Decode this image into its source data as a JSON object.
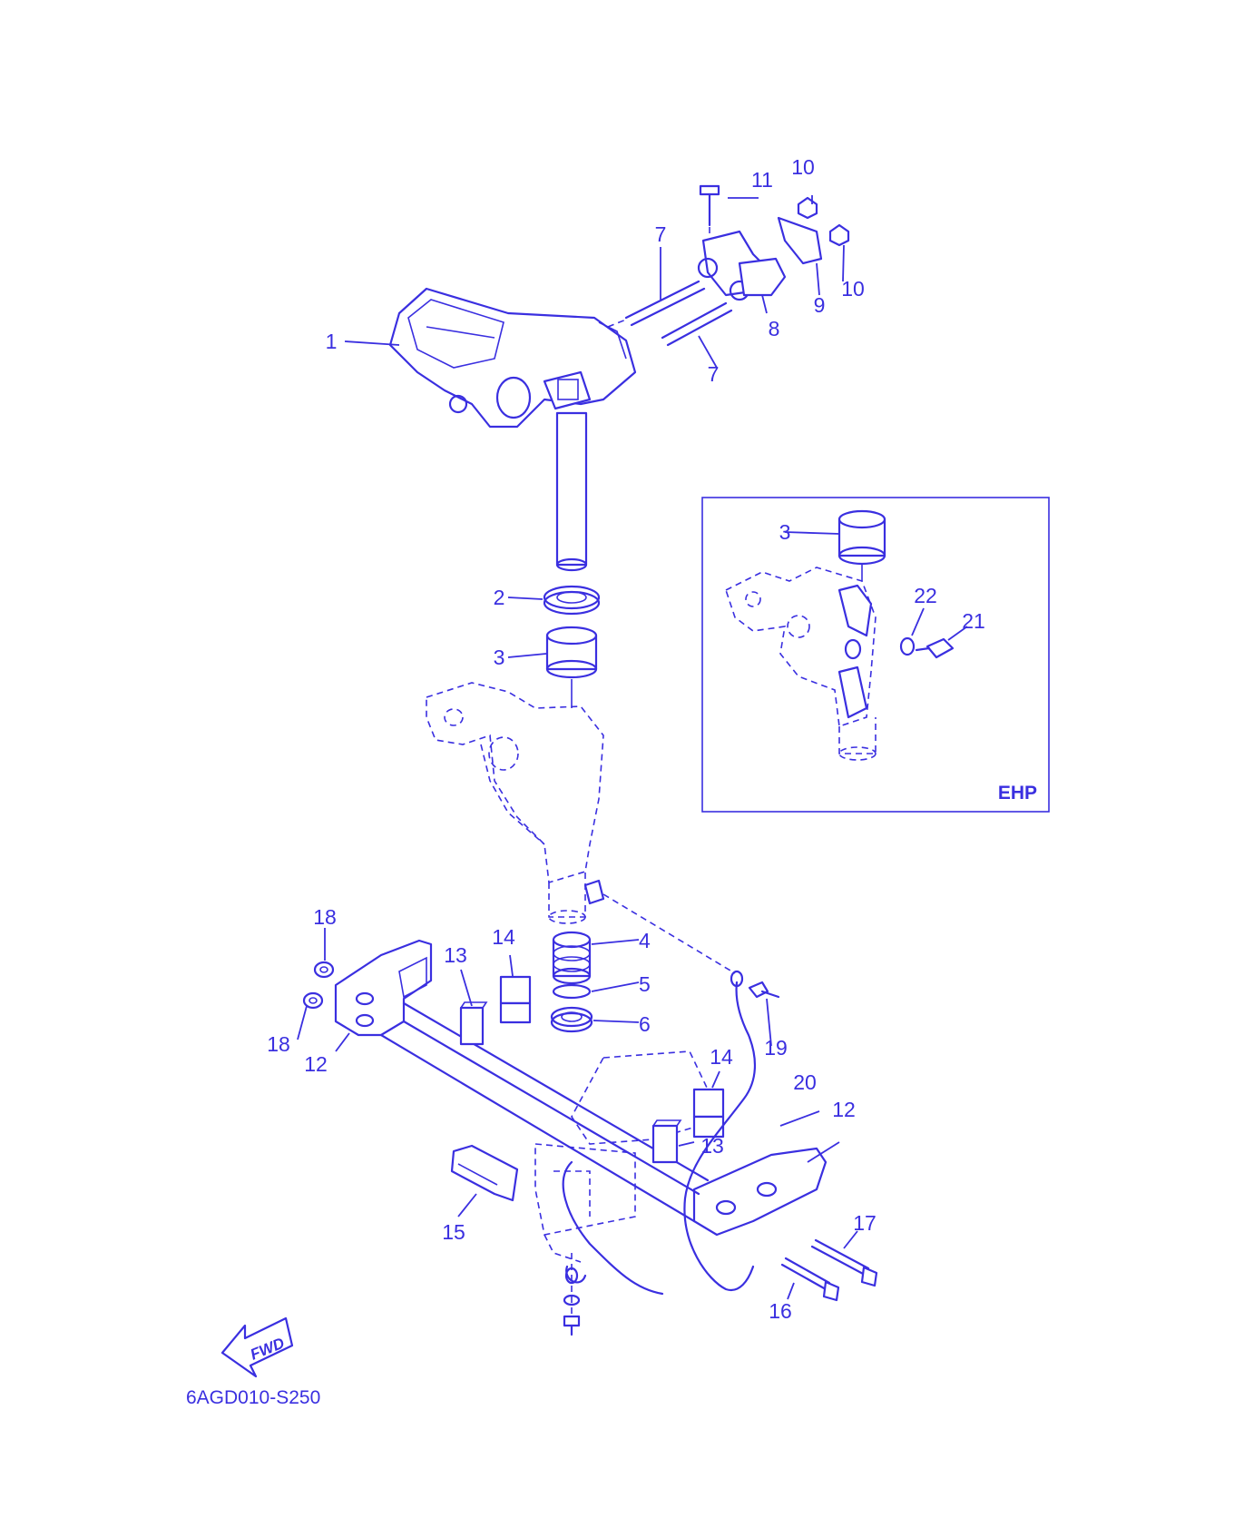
{
  "callouts": {
    "c1": "1",
    "c2": "2",
    "c3a": "3",
    "c3b": "3",
    "c4": "4",
    "c5": "5",
    "c6": "6",
    "c7a": "7",
    "c7b": "7",
    "c8": "8",
    "c9": "9",
    "c10a": "10",
    "c10b": "10",
    "c11": "11",
    "c12a": "12",
    "c12b": "12",
    "c13a": "13",
    "c13b": "13",
    "c14a": "14",
    "c14b": "14",
    "c15": "15",
    "c16": "16",
    "c17": "17",
    "c18a": "18",
    "c18b": "18",
    "c19": "19",
    "c20": "20",
    "c21": "21",
    "c22": "22"
  },
  "inset": {
    "tag": "EHP"
  },
  "fwd_arrow": {
    "label": "FWD"
  },
  "diagram_code": "6AGD010-S250",
  "colors": {
    "line": "#3a2fe0",
    "background": "#ffffff"
  }
}
